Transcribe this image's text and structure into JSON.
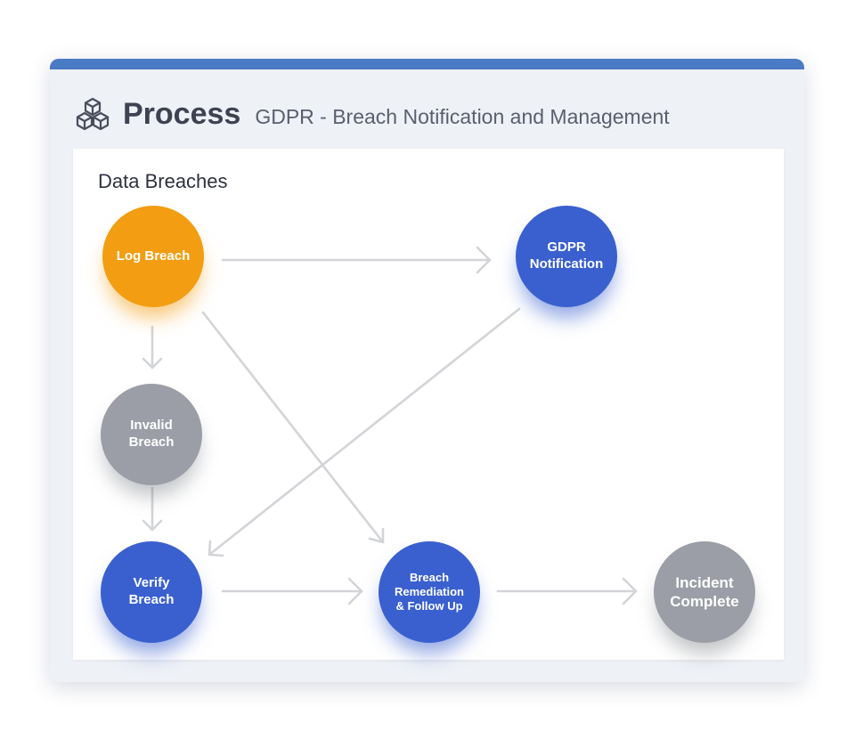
{
  "header": {
    "title": "Process",
    "subtitle": "GDPR - Breach Notification and Management",
    "icon": "cubes-icon"
  },
  "panel": {
    "title": "Data Breaches"
  },
  "nodes": {
    "log_breach": "Log Breach",
    "gdpr_notification_line1": "GDPR",
    "gdpr_notification_line2": "Notification",
    "invalid_breach_line1": "Invalid",
    "invalid_breach_line2": "Breach",
    "verify_breach_line1": "Verify",
    "verify_breach_line2": "Breach",
    "remediation_line1": "Breach",
    "remediation_line2": "Remediation",
    "remediation_line3": "& Follow Up",
    "incident_complete_line1": "Incident",
    "incident_complete_line2": "Complete"
  },
  "colors": {
    "accent_bar": "#4a7bc4",
    "orange": "#f29d12",
    "blue": "#3a60cf",
    "gray": "#9b9ea6",
    "arrow": "#d3d4d8"
  },
  "edges": [
    {
      "from": "log_breach",
      "to": "gdpr_notification"
    },
    {
      "from": "log_breach",
      "to": "invalid_breach"
    },
    {
      "from": "log_breach",
      "to": "breach_remediation"
    },
    {
      "from": "gdpr_notification",
      "to": "verify_breach"
    },
    {
      "from": "invalid_breach",
      "to": "verify_breach"
    },
    {
      "from": "verify_breach",
      "to": "breach_remediation"
    },
    {
      "from": "breach_remediation",
      "to": "incident_complete"
    }
  ]
}
